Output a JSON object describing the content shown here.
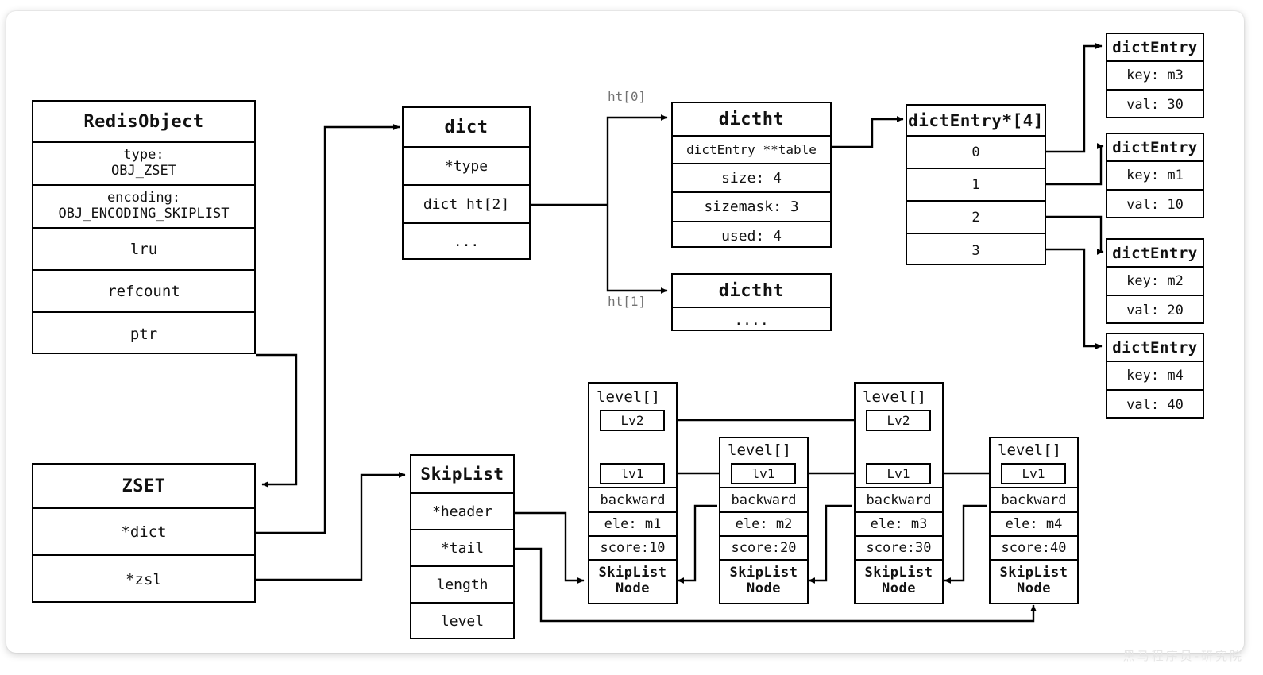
{
  "watermark": "黑马程序员-研究院",
  "redis_object": {
    "title": "RedisObject",
    "rows": [
      {
        "line1": "type:",
        "line2": "OBJ_ZSET"
      },
      {
        "line1": "encoding:",
        "line2": "OBJ_ENCODING_SKIPLIST"
      },
      {
        "line1": "lru"
      },
      {
        "line1": "refcount"
      },
      {
        "line1": "ptr"
      }
    ]
  },
  "zset": {
    "title": "ZSET",
    "rows": [
      "*dict",
      "*zsl"
    ]
  },
  "dict": {
    "title": "dict",
    "rows": [
      "*type",
      "dict ht[2]",
      "..."
    ]
  },
  "edge_labels": {
    "ht0": "ht[0]",
    "ht1": "ht[1]"
  },
  "dictht0": {
    "title": "dictht",
    "rows": [
      "dictEntry **table",
      "size: 4",
      "sizemask: 3",
      "used: 4"
    ]
  },
  "dictht1": {
    "title": "dictht",
    "rows": [
      "...."
    ]
  },
  "bucket_table": {
    "title": "dictEntry*[4]",
    "slots": [
      "0",
      "1",
      "2",
      "3"
    ]
  },
  "dict_entries": [
    {
      "title": "dictEntry",
      "key": "key: m3",
      "val": "val: 30"
    },
    {
      "title": "dictEntry",
      "key": "key: m1",
      "val": "val: 10"
    },
    {
      "title": "dictEntry",
      "key": "key: m2",
      "val": "val: 20"
    },
    {
      "title": "dictEntry",
      "key": "key: m4",
      "val": "val: 40"
    }
  ],
  "skiplist": {
    "title": "SkipList",
    "rows": [
      "*header",
      "*tail",
      "length",
      "level"
    ]
  },
  "skiplist_nodes": [
    {
      "level_caption": "level[]",
      "levels": [
        "Lv2",
        "lv1"
      ],
      "backward": "backward",
      "ele": "ele: m1",
      "score": "score:10",
      "footer_line1": "SkipList",
      "footer_line2": "Node"
    },
    {
      "level_caption": "level[]",
      "levels": [
        "lv1"
      ],
      "backward": "backward",
      "ele": "ele: m2",
      "score": "score:20",
      "footer_line1": "SkipList",
      "footer_line2": "Node"
    },
    {
      "level_caption": "level[]",
      "levels": [
        "Lv2",
        "Lv1"
      ],
      "backward": "backward",
      "ele": "ele: m3",
      "score": "score:30",
      "footer_line1": "SkipList",
      "footer_line2": "Node"
    },
    {
      "level_caption": "level[]",
      "levels": [
        "Lv1"
      ],
      "backward": "backward",
      "ele": "ele: m4",
      "score": "score:40",
      "footer_line1": "SkipList",
      "footer_line2": "Node"
    }
  ]
}
